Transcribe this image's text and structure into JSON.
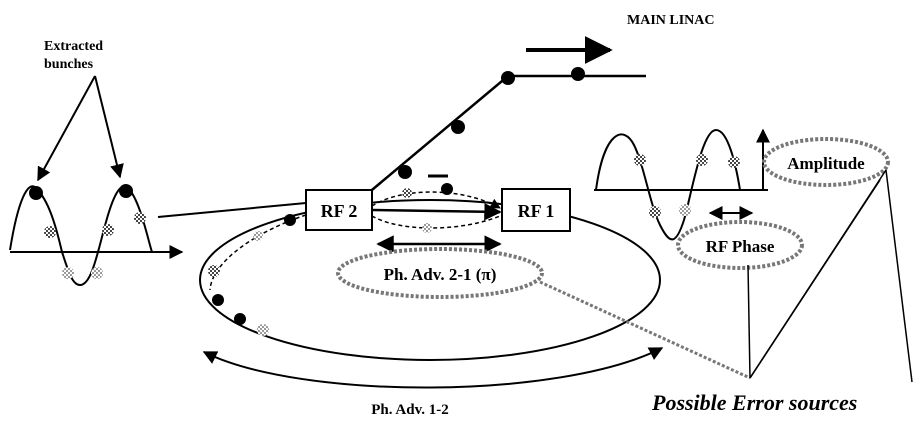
{
  "labels": {
    "extracted_line1": "Extracted",
    "extracted_line2": "bunches",
    "main_linac": "MAIN LINAC",
    "rf2": "RF 2",
    "rf1": "RF 1",
    "ph_adv_21": "Ph. Adv. 2-1 (π)",
    "ph_adv_12": "Ph. Adv. 1-2",
    "amplitude": "Amplitude",
    "rf_phase": "RF Phase",
    "error_sources": "Possible Error sources"
  },
  "colors": {
    "ink": "#000000",
    "hatched_bunch": "#8a8a8a",
    "light_bunch": "#c8c8c8",
    "ellipse_fill": "#d9d9d9"
  }
}
